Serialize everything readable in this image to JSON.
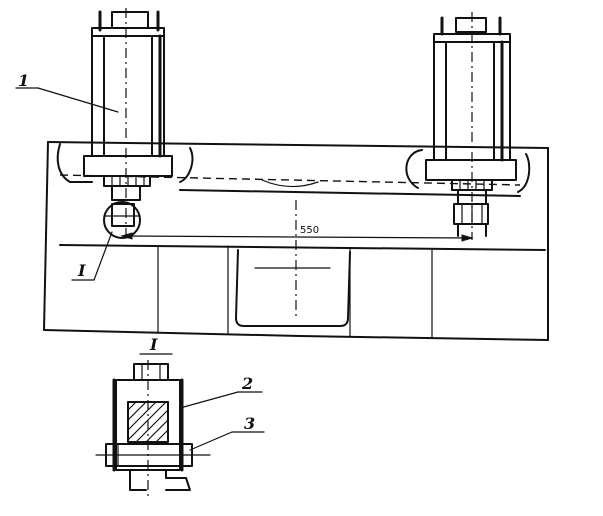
{
  "labels": {
    "part_1": "1",
    "part_2": "2",
    "part_3": "3",
    "detail_mark": "I",
    "detail_title": "I",
    "dimension": "550"
  }
}
